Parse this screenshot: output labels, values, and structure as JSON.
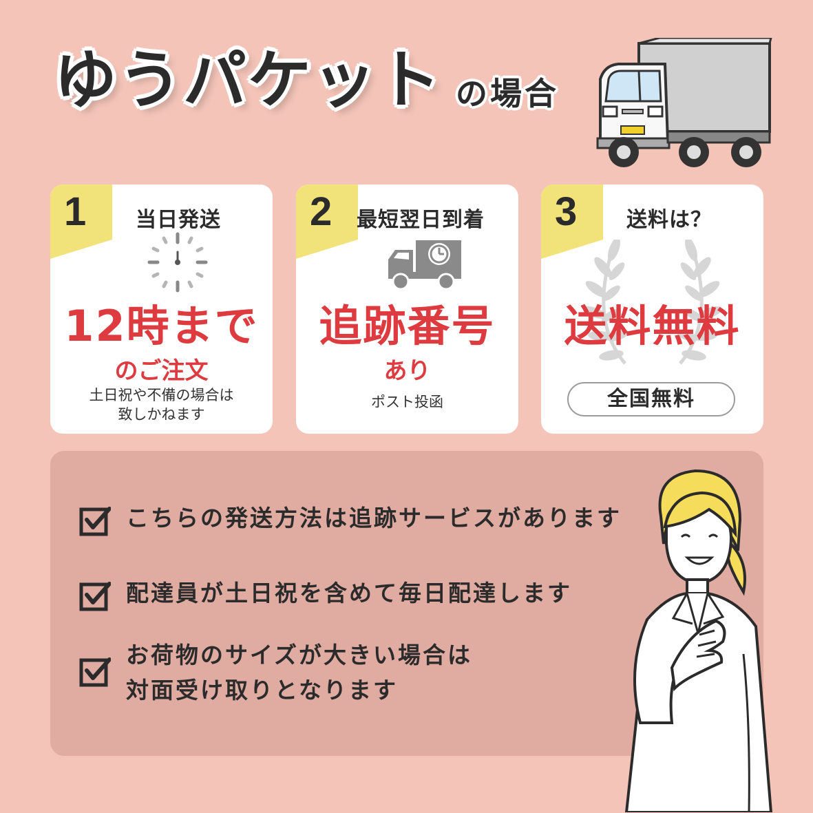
{
  "header": {
    "title_main": "ゆうパケット",
    "title_sub": "の場合",
    "truck_icon": "truck-icon"
  },
  "cards": [
    {
      "number": "1",
      "heading": "当日発送",
      "icon": "clock-icon",
      "highlight": "12時まで",
      "highlight_sub": "のご注文",
      "note_lines": [
        "土日祝や不備の場合は",
        "致しかねます"
      ]
    },
    {
      "number": "2",
      "heading": "最短翌日到着",
      "icon": "delivery-truck-clock-icon",
      "highlight": "追跡番号",
      "highlight_sub": "あり",
      "note_lines": [
        "ポスト投函"
      ]
    },
    {
      "number": "3",
      "heading": "送料は？",
      "icon": "laurel-wreath-icon",
      "highlight": "送料無料",
      "pill": "全国無料"
    }
  ],
  "checklist": [
    {
      "lines": [
        "こちらの発送方法は追跡サービスがあります"
      ]
    },
    {
      "lines": [
        "配達員が土日祝を含めて毎日配達します"
      ]
    },
    {
      "lines": [
        "お荷物のサイズが大きい場合は",
        "対面受け取りとなります"
      ]
    }
  ],
  "colors": {
    "background": "#f4c4b8",
    "panel": "#e0aba1",
    "accent_red": "#dd3b3f",
    "number_flag": "#f2e27a"
  }
}
